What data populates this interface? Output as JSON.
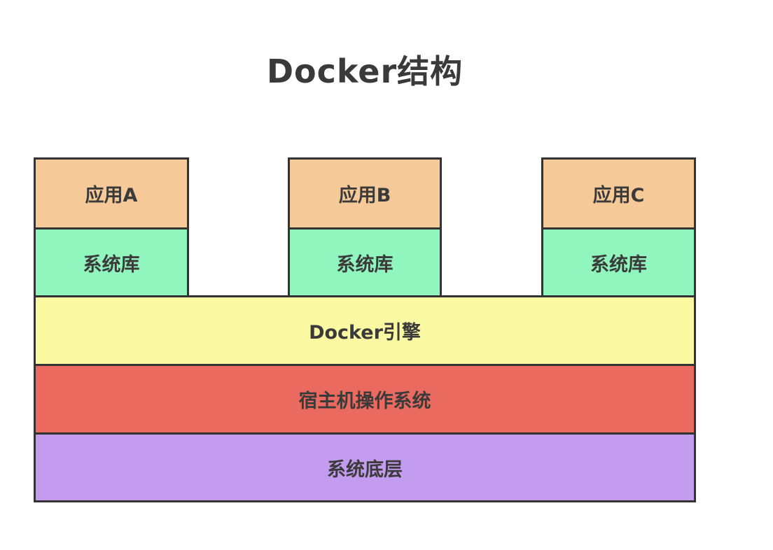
{
  "title": "Docker结构",
  "colors": {
    "app_box": "#f6c998",
    "lib_box": "#90f6be",
    "engine_layer": "#faf9a1",
    "host_os_layer": "#eb6a60",
    "system_base_layer": "#c49cef",
    "border": "#333333",
    "text": "#3a3a3a",
    "background": "#ffffff"
  },
  "diagram": {
    "columns": [
      {
        "app": "应用A",
        "lib": "系统库"
      },
      {
        "app": "应用B",
        "lib": "系统库"
      },
      {
        "app": "应用C",
        "lib": "系统库"
      }
    ],
    "layers": [
      {
        "label": "Docker引擎"
      },
      {
        "label": "宿主机操作系统"
      },
      {
        "label": "系统底层"
      }
    ]
  }
}
